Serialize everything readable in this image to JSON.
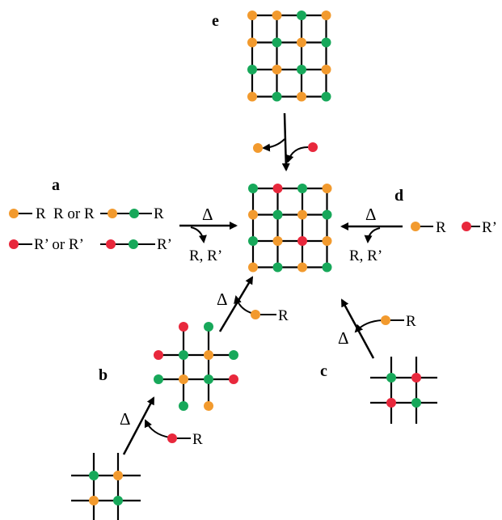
{
  "colors": {
    "orange": "#f29a2e",
    "green": "#17a85a",
    "red": "#e8283c",
    "line": "#000000"
  },
  "panel_labels": {
    "a": "a",
    "b": "b",
    "c": "c",
    "d": "d",
    "e": "e"
  },
  "text": {
    "a_row1_R": "R",
    "a_row1_or": "R or R",
    "a_row1_R2": "R",
    "a_row2_R": "R’ or R’",
    "a_row2_R2": "R’",
    "delta": "Δ",
    "leaving_a": "R, R’",
    "leaving_d": "R, R’",
    "d_R": "R",
    "d_R2": "R’",
    "b_reagent1": "R",
    "b_reagent2": "R",
    "c_reagent": "R"
  },
  "grids": {
    "e_top": [
      [
        "o",
        "o",
        "g",
        "o"
      ],
      [
        "o",
        "g",
        "o",
        "g"
      ],
      [
        "g",
        "o",
        "g",
        "o"
      ],
      [
        "o",
        "g",
        "o",
        "g"
      ]
    ],
    "center": [
      [
        "g",
        "r",
        "g",
        "o"
      ],
      [
        "o",
        "g",
        "o",
        "g"
      ],
      [
        "g",
        "o",
        "r",
        "o"
      ],
      [
        "o",
        "g",
        "o",
        "g"
      ]
    ],
    "b_mid": [
      [
        "g",
        "o"
      ],
      [
        "o",
        "g"
      ]
    ],
    "b_mid_ends": {
      "top": [
        "r",
        "g"
      ],
      "bottom": [
        "g",
        "o"
      ],
      "left": [
        "r",
        "g"
      ],
      "right": [
        "g",
        "r"
      ]
    },
    "b_bottom": [
      [
        "g",
        "o"
      ],
      [
        "o",
        "g"
      ]
    ],
    "c_grid": [
      [
        "g",
        "r"
      ],
      [
        "r",
        "g"
      ]
    ]
  }
}
